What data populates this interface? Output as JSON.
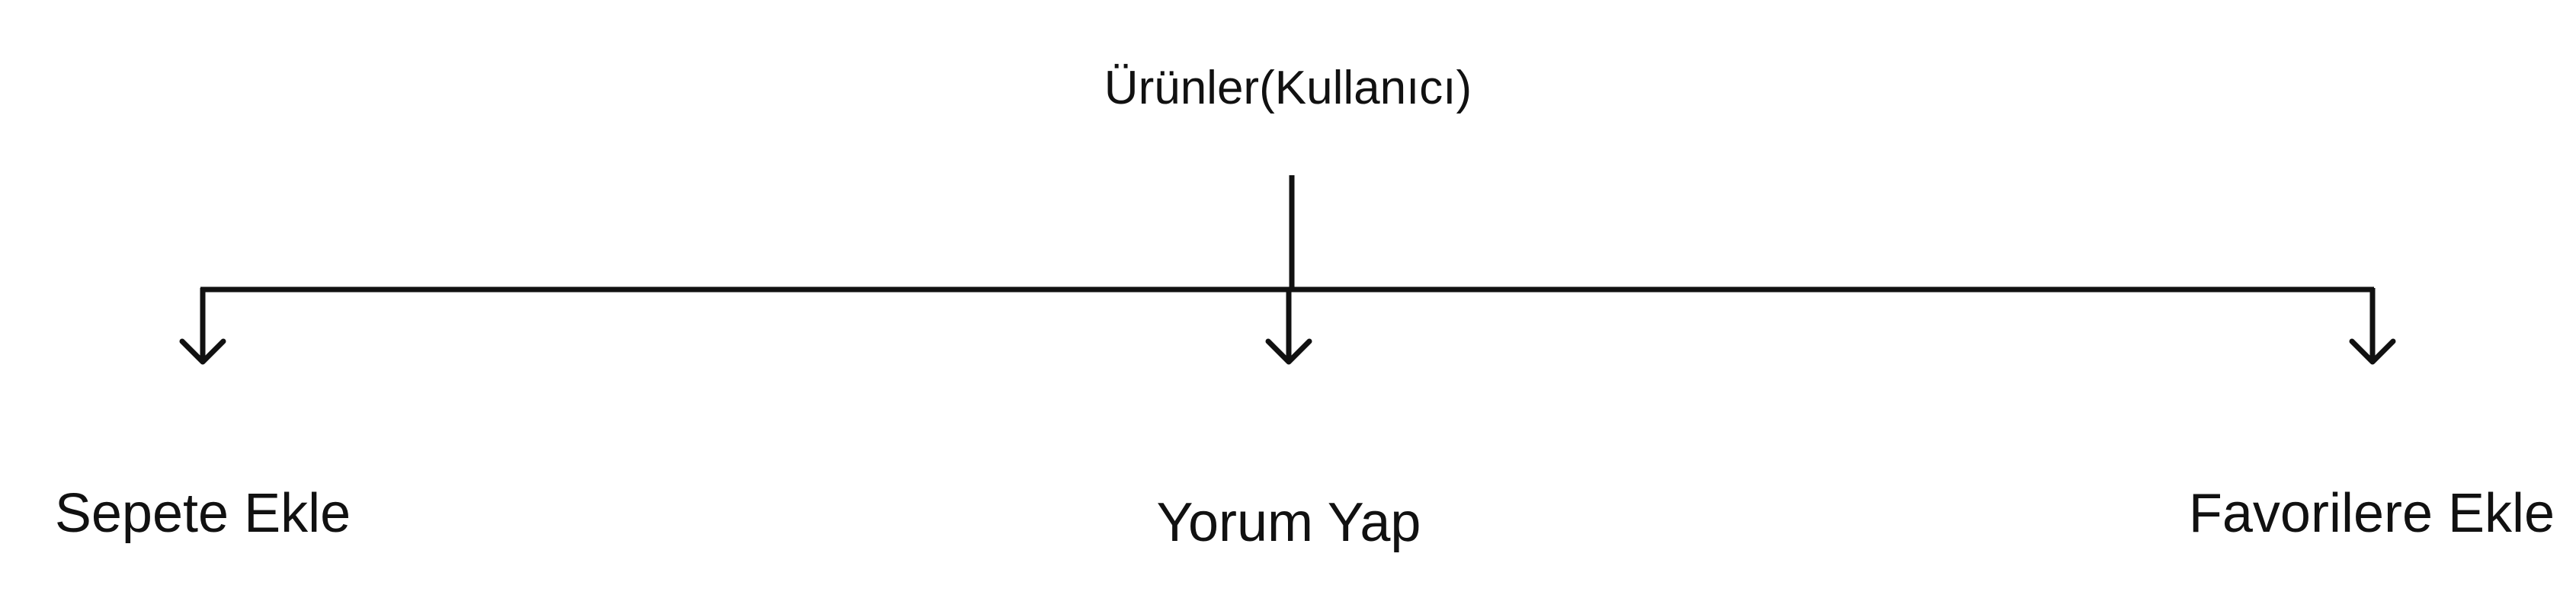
{
  "diagram": {
    "root": {
      "label": "Ürünler(Kullanıcı)"
    },
    "children": [
      {
        "id": "sepete-ekle",
        "label": "Sepete Ekle"
      },
      {
        "id": "yorum-yap",
        "label": "Yorum Yap"
      },
      {
        "id": "favorilere-ekle",
        "label": "Favorilere Ekle"
      }
    ],
    "colors": {
      "line": "#111111",
      "text": "#111111",
      "background": "#ffffff"
    }
  }
}
